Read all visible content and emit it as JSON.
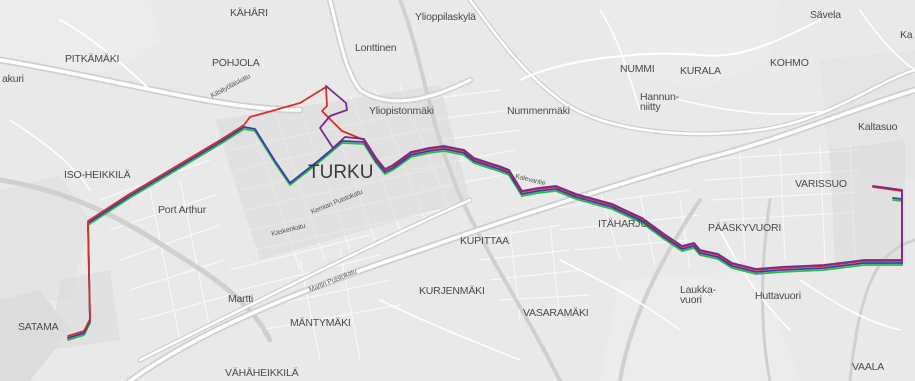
{
  "map": {
    "city_label": "TURKU",
    "district_labels": [
      {
        "id": "kahari",
        "text": "KÄHÄRI"
      },
      {
        "id": "ylioppilaskyla",
        "text": "Ylioppilaskylä"
      },
      {
        "id": "savela",
        "text": "Sävela"
      },
      {
        "id": "ka",
        "text": "Ka"
      },
      {
        "id": "pitkamaki",
        "text": "PITKÄMÄKI"
      },
      {
        "id": "pohjola",
        "text": "POHJOLA"
      },
      {
        "id": "lonttinen",
        "text": "Lonttinen"
      },
      {
        "id": "nummi",
        "text": "NUMMI"
      },
      {
        "id": "kurala",
        "text": "KURALA"
      },
      {
        "id": "kohmo",
        "text": "KOHMO"
      },
      {
        "id": "akuri",
        "text": "akuri"
      },
      {
        "id": "hannunniitty",
        "text": "Hannun-\nniitty"
      },
      {
        "id": "yliopistonmaki",
        "text": "Yliopistonmäki"
      },
      {
        "id": "nummenmaki",
        "text": "Nummenmäki"
      },
      {
        "id": "kaltasuo",
        "text": "Kaltasuo"
      },
      {
        "id": "iso-heikkila",
        "text": "ISO-HEIKKILÄ"
      },
      {
        "id": "varissuo",
        "text": "VARISSUO"
      },
      {
        "id": "port-arthur",
        "text": "Port Arthur"
      },
      {
        "id": "itaharju",
        "text": "ITÄHARJU"
      },
      {
        "id": "paaskyvuori",
        "text": "PÄÄSKYVUORI"
      },
      {
        "id": "kupittaa",
        "text": "KUPITTAA"
      },
      {
        "id": "martti",
        "text": "Martti"
      },
      {
        "id": "kurjenmaki",
        "text": "KURJENMÄKI"
      },
      {
        "id": "laukkavuori",
        "text": "Laukka-\nvuori"
      },
      {
        "id": "huttavuori",
        "text": "Huttavuori"
      },
      {
        "id": "satama",
        "text": "SATAMA"
      },
      {
        "id": "vasaramaki",
        "text": "VASARAMÄKI"
      },
      {
        "id": "mantymaki",
        "text": "MÄNTYMÄKI"
      },
      {
        "id": "vahaheikkila",
        "text": "VÄHÄHEIKKILÄ"
      },
      {
        "id": "vaala",
        "text": "VAALA"
      }
    ],
    "route_colors": {
      "green": "#2db84a",
      "blue": "#3a3aa8",
      "red": "#d03030",
      "purple": "#7a2a8a"
    },
    "background_color": "#e9e9e9",
    "road_color": "#ffffff",
    "major_road_color": "#cfcfcf"
  }
}
